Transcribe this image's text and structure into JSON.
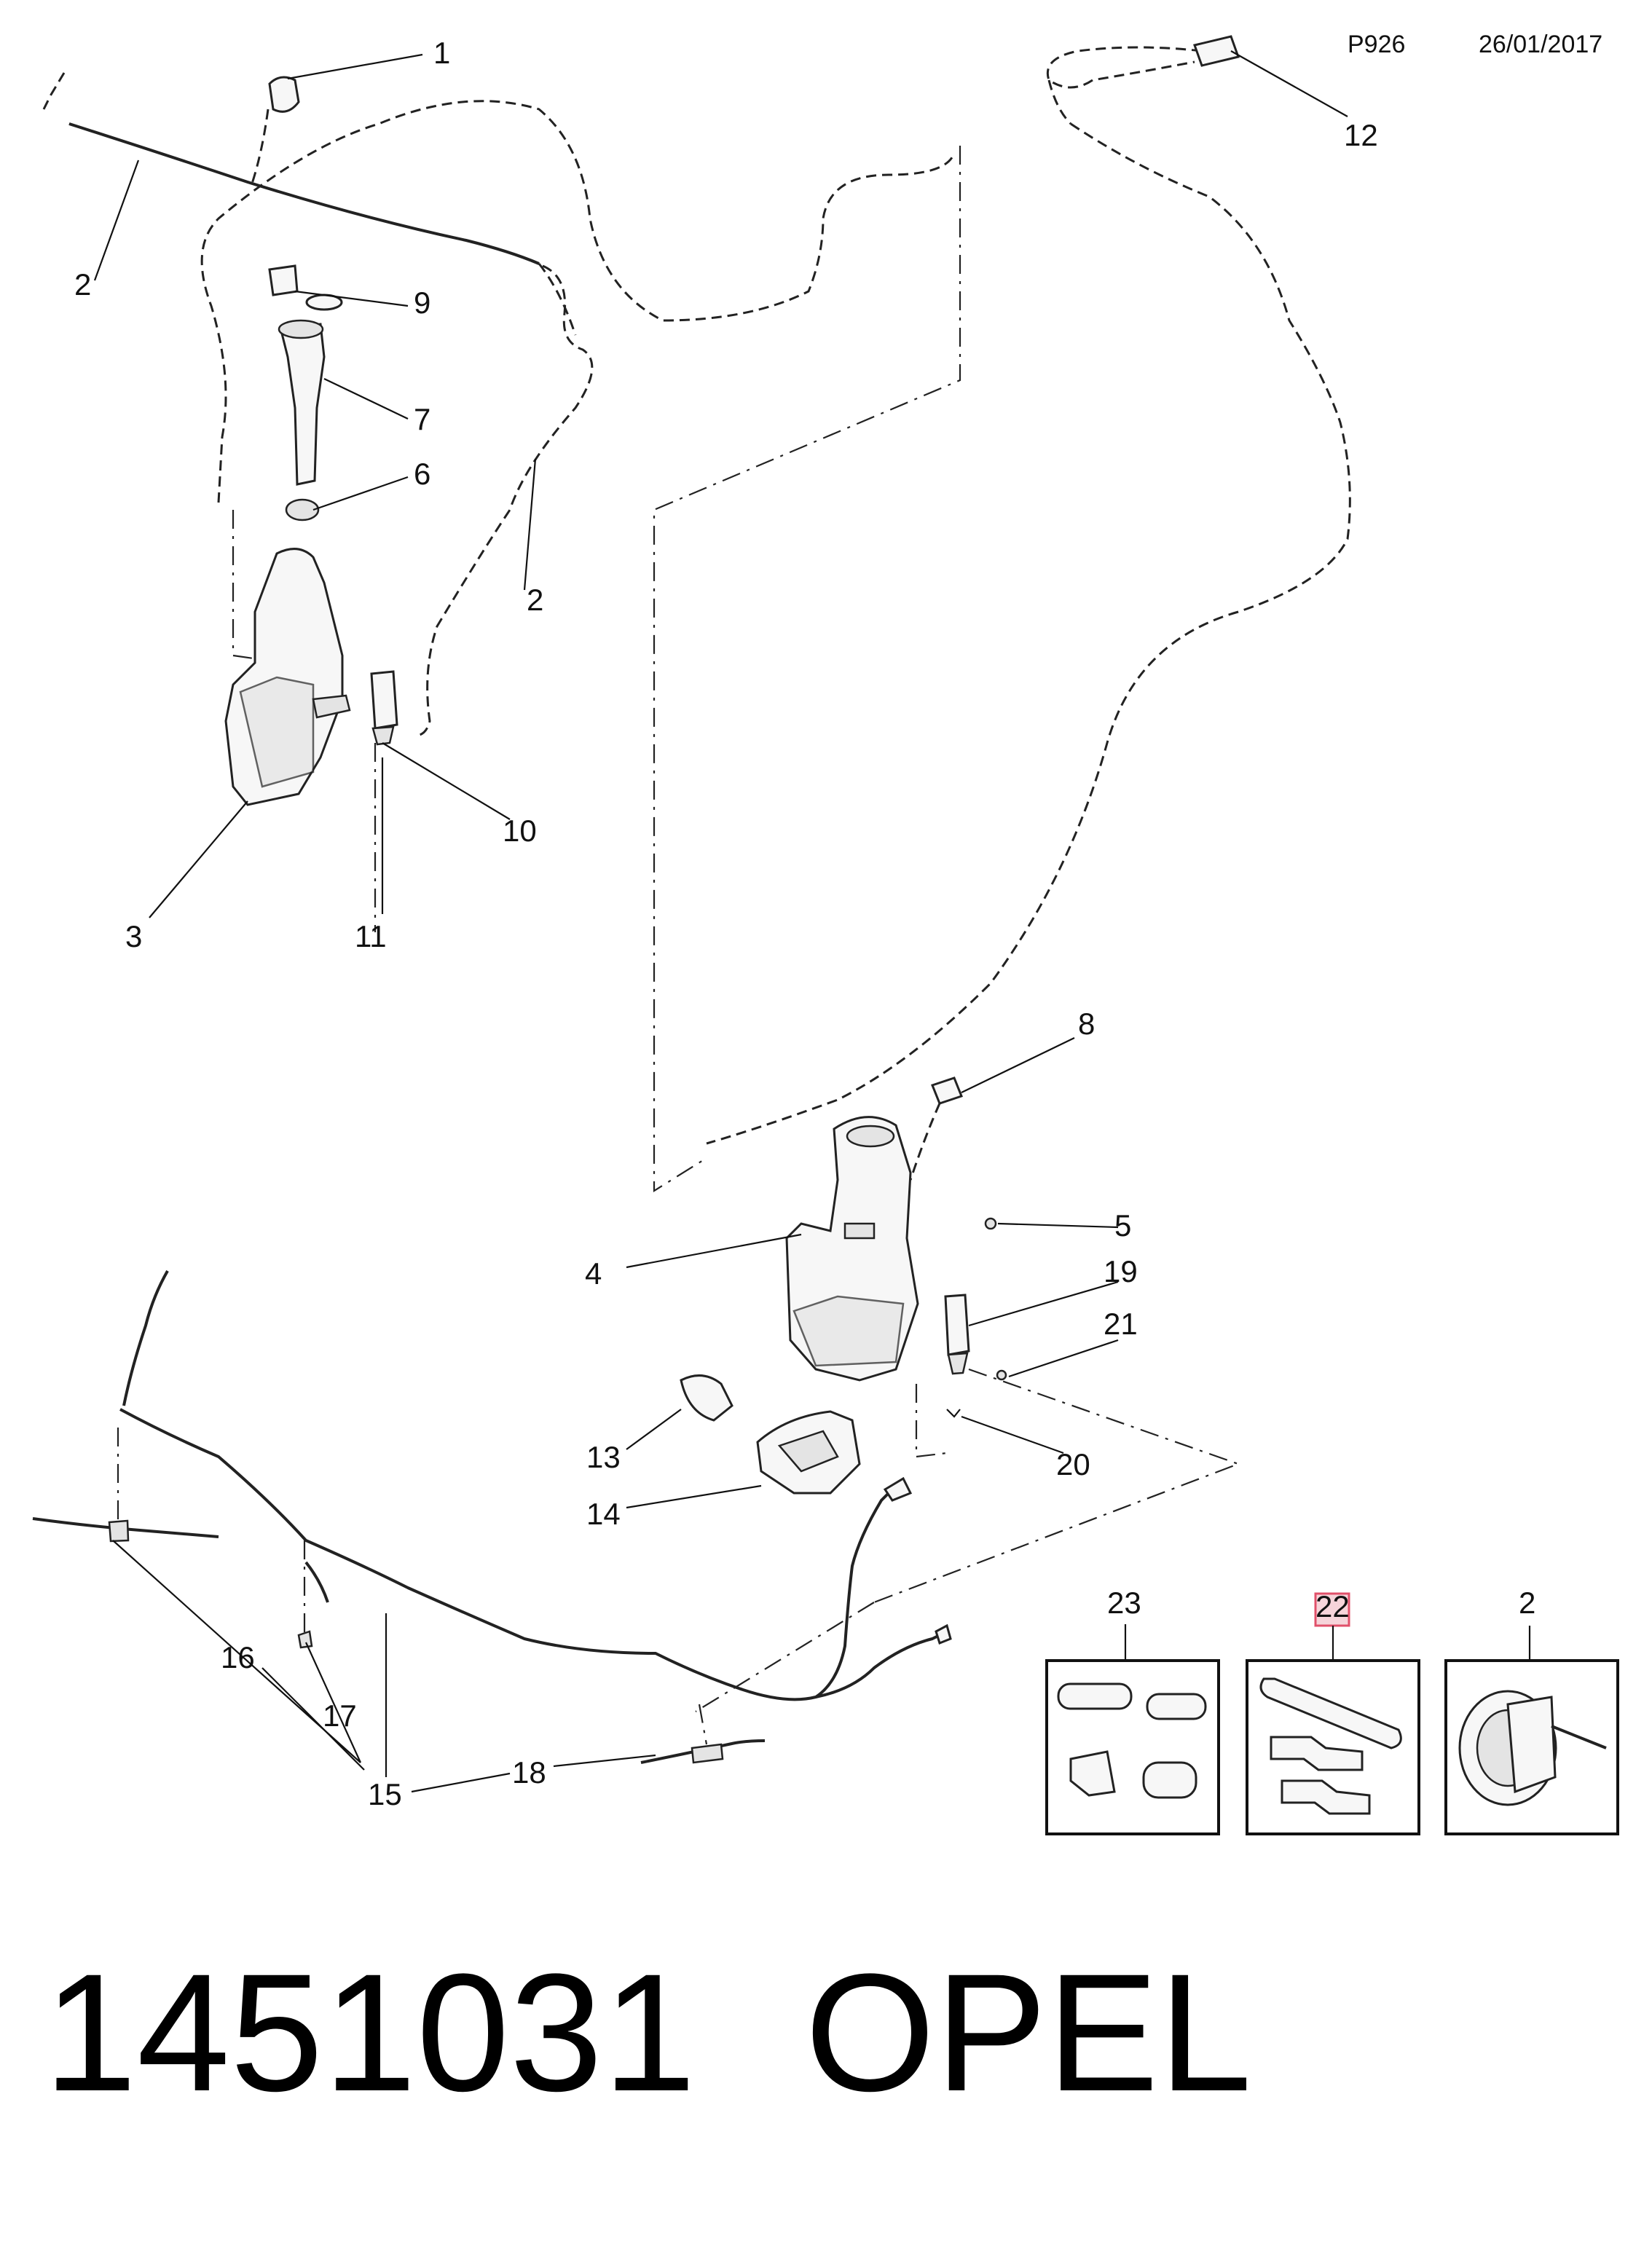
{
  "header": {
    "code": "P926",
    "date": "26/01/2017"
  },
  "footer": {
    "part_number": "1451031",
    "brand": "OPEL"
  },
  "highlight_color": "#e0506a",
  "callouts": {
    "c1": "1",
    "c2a": "2",
    "c2b": "2",
    "c3": "3",
    "c4": "4",
    "c5": "5",
    "c6": "6",
    "c7": "7",
    "c8": "8",
    "c9": "9",
    "c10": "10",
    "c11": "11",
    "c12": "12",
    "c13": "13",
    "c14": "14",
    "c15": "15",
    "c16": "16",
    "c17": "17",
    "c18": "18",
    "c19": "19",
    "c20": "20",
    "c21": "21"
  },
  "kits": [
    {
      "label": "23",
      "highlighted": false
    },
    {
      "label": "22",
      "highlighted": true
    },
    {
      "label": "2",
      "highlighted": false
    }
  ]
}
